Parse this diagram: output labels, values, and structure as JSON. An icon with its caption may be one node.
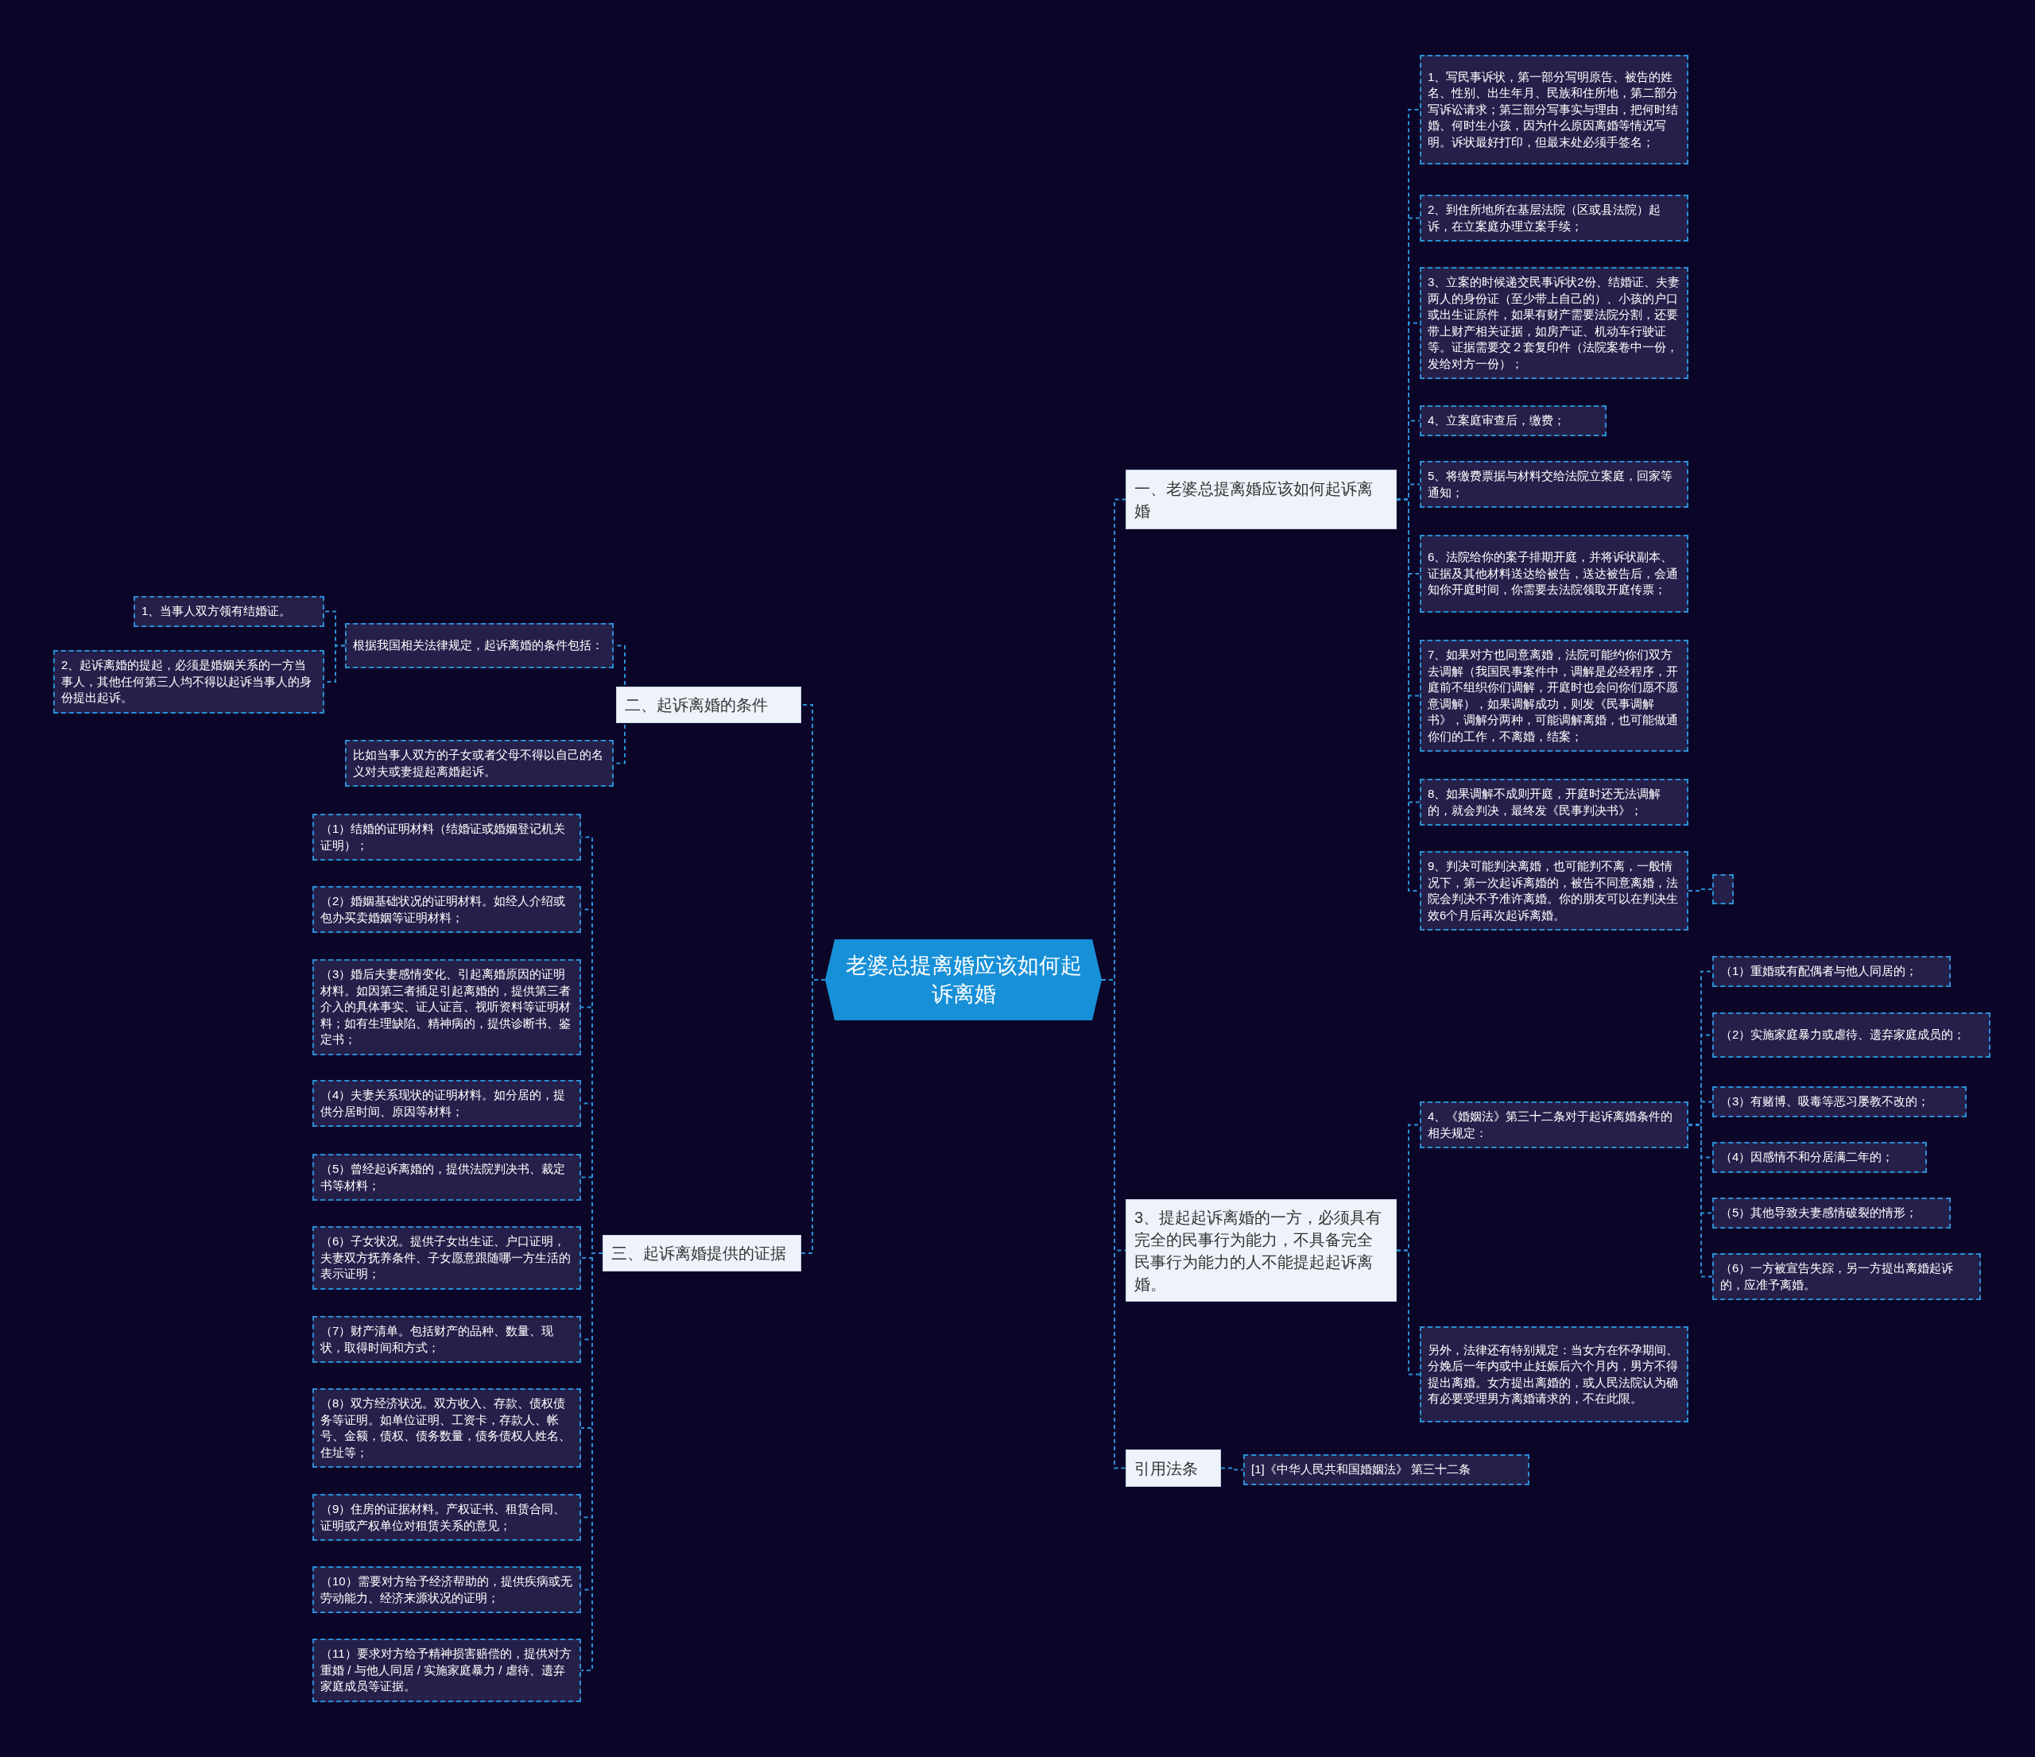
{
  "diagram": {
    "nodes": [
      {
        "text": [
          "老婆总提离婚应该如何起诉离婚"
        ]
      },
      {
        "text": [
          "一、老婆总提离婚应该如何起诉离婚"
        ]
      },
      {
        "text": [
          "1、写民事诉状，第一部分写明原告、被告的姓名、性别、出生年月、民族和住所地，第二部分写诉讼请求；第三部分写事实与理由，把何时结婚、何时生小孩，因为什么原因离婚等情况写明。诉状最好打印，但最末处必须手签名；"
        ]
      },
      {
        "text": [
          "2、到住所地所在基层法院（区或县法院）起诉，在立案庭办理立案手续；"
        ]
      },
      {
        "text": [
          "3、立案的时候递交民事诉状2份、结婚证、夫妻两人的身份证（至少带上自己的）、小孩的户口或出生证原件，如果有财产需要法院分割，还要带上财产相关证据，如房产证、机动车行驶证等。证据需要交２套复印件（法院案卷中一份，发给对方一份）；"
        ]
      },
      {
        "text": [
          "4、立案庭审查后，缴费；"
        ]
      },
      {
        "text": [
          "5、将缴费票据与材料交给法院立案庭，回家等通知；"
        ]
      },
      {
        "text": [
          "6、法院给你的案子排期开庭，并将诉状副本、证据及其他材料送达给被告，送达被告后，会通知你开庭时间，你需要去法院领取开庭传票；"
        ]
      },
      {
        "text": [
          "7、如果对方也同意离婚，法院可能约你们双方去调解（我国民事案件中，调解是必经程序，开庭前不组织你们调解，开庭时也会问你们愿不愿意调解），如果调解成功，则发《民事调解书》，调解分两种，可能调解离婚，也可能做通你们的工作，不离婚，结案；"
        ]
      },
      {
        "text": [
          "8、如果调解不成则开庭，开庭时还无法调解的，就会判决，最终发《民事判决书》；"
        ]
      },
      {
        "text": [
          "9、判决可能判决离婚，也可能判不离，一般情况下，第一次起诉离婚的，被告不同意离婚，法院会判决不予准许离婚。你的朋友可以在判决生效6个月后再次起诉离婚。"
        ]
      },
      {
        "text": [],
        "shape": "box"
      },
      {
        "text": [
          "二、起诉离婚的条件"
        ]
      },
      {
        "text": [
          "根据我国相关法律规定，起诉离婚的条件包括："
        ]
      },
      {
        "text": [
          "1、当事人双方领有结婚证。"
        ]
      },
      {
        "text": [
          "2、起诉离婚的提起，必须是婚姻关系的一方当事人，其他任何第三人均不得以起诉当事人的身份提出起诉。"
        ]
      },
      {
        "text": [
          "比如当事人双方的子女或者父母不得以自己的名义对夫或妻提起离婚起诉。"
        ]
      },
      {
        "text": [
          "三、起诉离婚提供的证据"
        ]
      },
      {
        "text": [
          "（1）结婚的证明材料（结婚证或婚姻登记机关证明）；"
        ]
      },
      {
        "text": [
          "（2）婚姻基础状况的证明材料。如经人介绍或包办买卖婚姻等证明材料；"
        ]
      },
      {
        "text": [
          "（3）婚后夫妻感情变化、引起离婚原因的证明材料。如因第三者插足引起离婚的，提供第三者介入的具体事实、证人证言、视听资料等证明材料；如有生理缺陷、精神病的，提供诊断书、鉴定书；"
        ]
      },
      {
        "text": [
          "（4）夫妻关系现状的证明材料。如分居的，提供分居时间、原因等材料；"
        ]
      },
      {
        "text": [
          "（5）曾经起诉离婚的，提供法院判决书、裁定书等材料；"
        ]
      },
      {
        "text": [
          "（6）子女状况。提供子女出生证、户口证明，夫妻双方抚养条件、子女愿意跟随哪一方生活的表示证明；"
        ]
      },
      {
        "text": [
          "（7）财产清单。包括财产的品种、数量、现状，取得时间和方式；"
        ]
      },
      {
        "text": [
          "（8）双方经济状况。双方收入、存款、债权债务等证明。如单位证明、工资卡，存款人、帐号、金额，债权、债务数量，债务债权人姓名、住址等；"
        ]
      },
      {
        "text": [
          "（9）住房的证据材料。产权证书、租赁合同、证明或产权单位对租赁关系的意见；"
        ]
      },
      {
        "text": [
          "（10）需要对方给予经济帮助的，提供疾病或无劳动能力、经济来源状况的证明；"
        ]
      },
      {
        "text": [
          "（11）要求对方给予精神损害赔偿的，提供对方重婚 / 与他人同居 / 实施家庭暴力 / 虐待、遗弃家庭成员等证据。"
        ]
      },
      {
        "text": [
          "3、提起起诉离婚的一方，必须具有完全的民事行为能力，不具备完全民事行为能力的人不能提起起诉离婚。"
        ]
      },
      {
        "text": [
          "4、《婚姻法》第三十二条对于起诉离婚条件的相关规定："
        ]
      },
      {
        "text": [
          "（1）重婚或有配偶者与他人同居的；"
        ]
      },
      {
        "text": [
          "（2）实施家庭暴力或虐待、遗弃家庭成员的；"
        ]
      },
      {
        "text": [
          "（3）有赌博、吸毒等恶习屡教不改的；"
        ]
      },
      {
        "text": [
          "（4）因感情不和分居满二年的；"
        ]
      },
      {
        "text": [
          "（5）其他导致夫妻感情破裂的情形；"
        ]
      },
      {
        "text": [
          "（6）一方被宣告失踪，另一方提出离婚起诉的，应准予离婚。"
        ]
      },
      {
        "text": [
          "另外，法律还有特别规定：当女方在怀孕期间、分娩后一年内或中止妊娠后六个月内，男方不得提出离婚。女方提出离婚的，或人民法院认为确有必要受理男方离婚请求的，不在此限。"
        ]
      },
      {
        "text": [
          "引用法条"
        ]
      },
      {
        "text": [
          "[1]《中华人民共和国婚姻法》 第三十二条"
        ]
      }
    ],
    "edges": [
      {
        "from": 0,
        "to": 1,
        "arrow": "none"
      },
      {
        "from": 1,
        "to": 2,
        "arrow": "none"
      },
      {
        "from": 1,
        "to": 3,
        "arrow": "none"
      },
      {
        "from": 1,
        "to": 4,
        "arrow": "none"
      },
      {
        "from": 1,
        "to": 5,
        "arrow": "none"
      },
      {
        "from": 1,
        "to": 6,
        "arrow": "none"
      },
      {
        "from": 1,
        "to": 7,
        "arrow": "none"
      },
      {
        "from": 1,
        "to": 8,
        "arrow": "none"
      },
      {
        "from": 1,
        "to": 9,
        "arrow": "none"
      },
      {
        "from": 1,
        "to": 10,
        "arrow": "none"
      },
      {
        "from": 10,
        "to": 11,
        "arrow": "none"
      },
      {
        "from": 0,
        "to": 12,
        "arrow": "none"
      },
      {
        "from": 12,
        "to": 13,
        "arrow": "none"
      },
      {
        "from": 13,
        "to": 14,
        "arrow": "none"
      },
      {
        "from": 13,
        "to": 15,
        "arrow": "none"
      },
      {
        "from": 12,
        "to": 16,
        "arrow": "none"
      },
      {
        "from": 0,
        "to": 17,
        "arrow": "none"
      },
      {
        "from": 17,
        "to": 18,
        "arrow": "none"
      },
      {
        "from": 17,
        "to": 19,
        "arrow": "none"
      },
      {
        "from": 17,
        "to": 20,
        "arrow": "none"
      },
      {
        "from": 17,
        "to": 21,
        "arrow": "none"
      },
      {
        "from": 17,
        "to": 22,
        "arrow": "none"
      },
      {
        "from": 17,
        "to": 23,
        "arrow": "none"
      },
      {
        "from": 17,
        "to": 24,
        "arrow": "none"
      },
      {
        "from": 17,
        "to": 25,
        "arrow": "none"
      },
      {
        "from": 17,
        "to": 26,
        "arrow": "none"
      },
      {
        "from": 17,
        "to": 27,
        "arrow": "none"
      },
      {
        "from": 17,
        "to": 28,
        "arrow": "none"
      },
      {
        "from": 0,
        "to": 29,
        "arrow": "none"
      },
      {
        "from": 29,
        "to": 30,
        "arrow": "none"
      },
      {
        "from": 30,
        "to": 31,
        "arrow": "none"
      },
      {
        "from": 30,
        "to": 32,
        "arrow": "none"
      },
      {
        "from": 30,
        "to": 33,
        "arrow": "none"
      },
      {
        "from": 30,
        "to": 34,
        "arrow": "none"
      },
      {
        "from": 30,
        "to": 35,
        "arrow": "none"
      },
      {
        "from": 30,
        "to": 36,
        "arrow": "none"
      },
      {
        "from": 29,
        "to": 37,
        "arrow": "none"
      },
      {
        "from": 0,
        "to": 38,
        "arrow": "none"
      },
      {
        "from": 38,
        "to": 39,
        "arrow": "none"
      }
    ]
  }
}
